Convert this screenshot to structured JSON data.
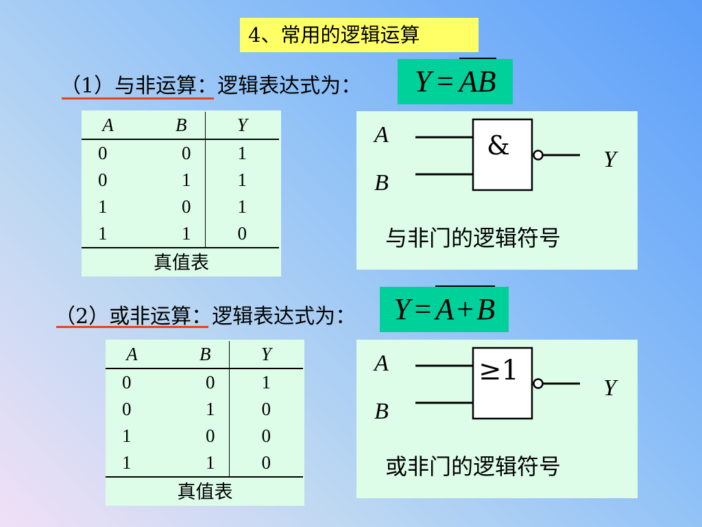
{
  "title": "4、常用的逻辑运算",
  "nand": {
    "label": "（1）与非运算：逻辑表达式为：",
    "formula": {
      "y": "Y",
      "eq": "=",
      "overbar": "AB"
    },
    "table": {
      "headers": [
        "A",
        "B",
        "Y"
      ],
      "rows": [
        [
          "0",
          "0",
          "1"
        ],
        [
          "0",
          "1",
          "1"
        ],
        [
          "1",
          "0",
          "1"
        ],
        [
          "1",
          "1",
          "0"
        ]
      ],
      "caption": "真值表"
    },
    "gate": {
      "input_a": "A",
      "input_b": "B",
      "output": "Y",
      "symbol": "&",
      "caption": "与非门的逻辑符号"
    }
  },
  "nor": {
    "label": "（2）或非运算：逻辑表达式为：",
    "formula": {
      "y": "Y",
      "eq": "=",
      "a": "A",
      "plus": "+",
      "b": "B"
    },
    "table": {
      "headers": [
        "A",
        "B",
        "Y"
      ],
      "rows": [
        [
          "0",
          "0",
          "1"
        ],
        [
          "0",
          "1",
          "0"
        ],
        [
          "1",
          "0",
          "0"
        ],
        [
          "1",
          "1",
          "0"
        ]
      ],
      "caption": "真值表"
    },
    "gate": {
      "input_a": "A",
      "input_b": "B",
      "output": "Y",
      "symbol": "≥1",
      "caption": "或非门的逻辑符号"
    }
  },
  "colors": {
    "title_bg": "#ffff66",
    "formula_bg": "#00d09a",
    "panel_bg": "#ddfde9",
    "underline": "#e8411a"
  }
}
